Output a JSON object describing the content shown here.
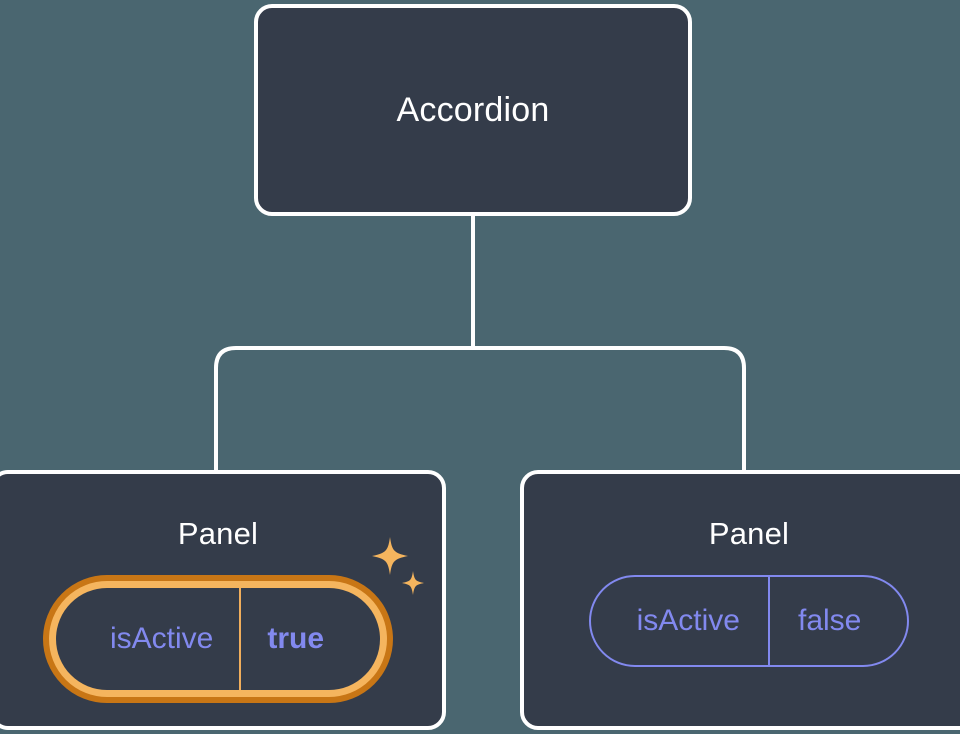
{
  "theme": {
    "background": "#4a6670",
    "node_fill": "#343c4a",
    "node_border": "#ffffff",
    "connector": "#ffffff",
    "prop_accent": "#8289ef",
    "highlight_outer_ring": "#c87615",
    "highlight_inner_ring": "#f5b55e",
    "sparkle": "#f5b55e",
    "title_text": "#ffffff"
  },
  "tree": {
    "root": {
      "title": "Accordion"
    },
    "children": [
      {
        "title": "Panel",
        "highlighted": true,
        "sparkle_icon": "sparkles-icon",
        "prop": {
          "key": "isActive",
          "value": "true"
        }
      },
      {
        "title": "Panel",
        "highlighted": false,
        "prop": {
          "key": "isActive",
          "value": "false"
        }
      }
    ]
  }
}
